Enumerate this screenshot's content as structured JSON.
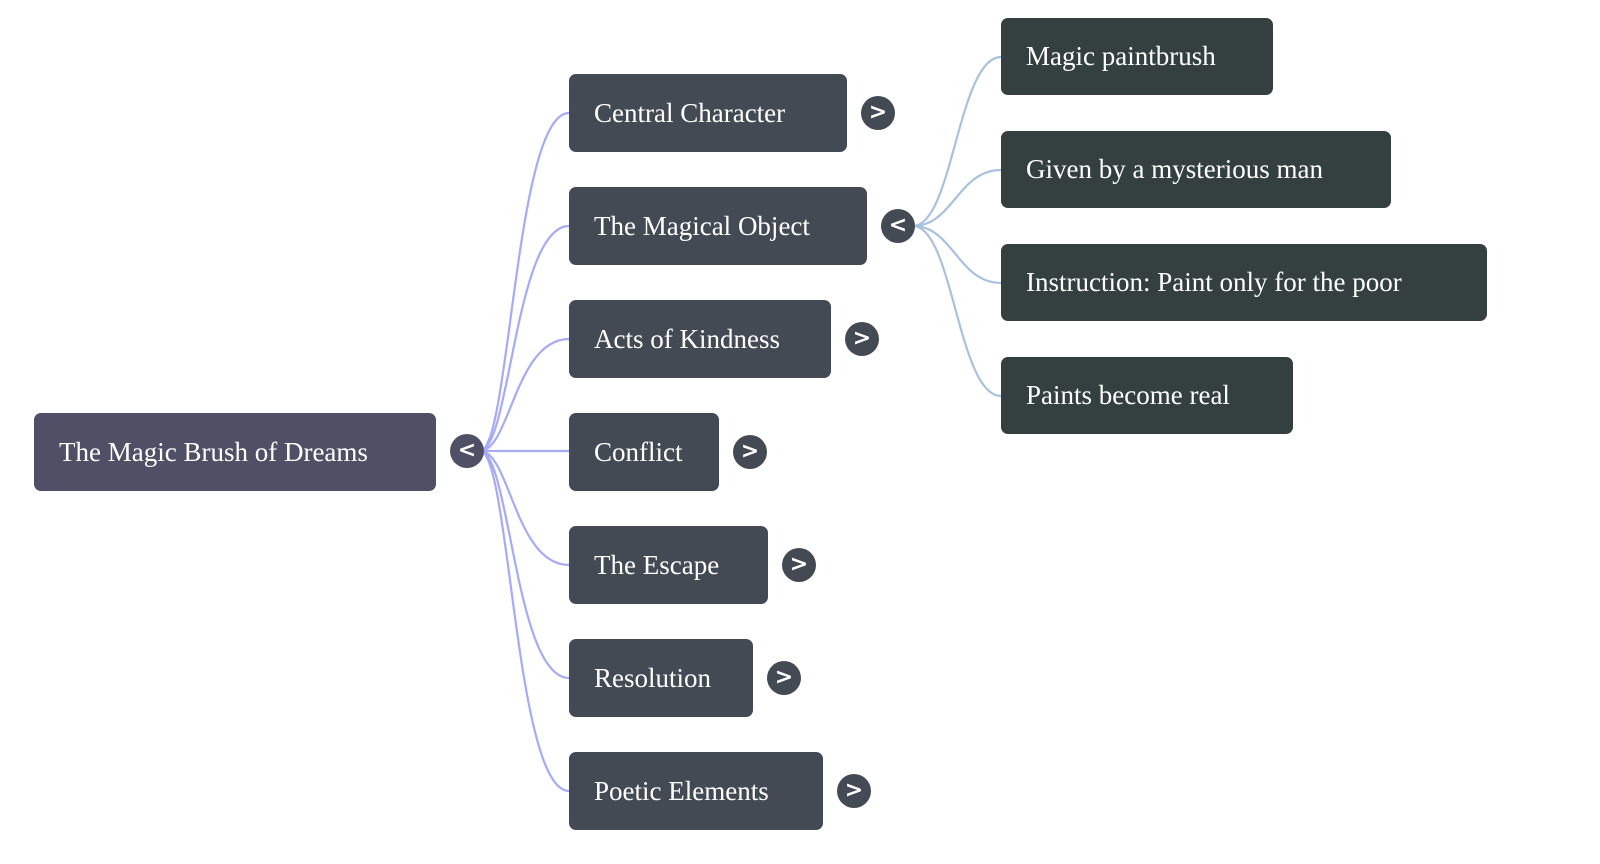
{
  "mindmap": {
    "colors": {
      "root_fill": "#4f5066",
      "level1_fill": "#434a54",
      "level2_fill": "#33403f",
      "root_link": "#a6abf3",
      "level1_link": "#a9c1df"
    },
    "root": {
      "label": "The Magic Brush of Dreams",
      "toggle": "<",
      "expanded": true
    },
    "branches": [
      {
        "label": "Central Character",
        "toggle": ">",
        "expanded": false,
        "children": []
      },
      {
        "label": "The Magical Object",
        "toggle": "<",
        "expanded": true,
        "children": [
          {
            "label": "Magic paintbrush"
          },
          {
            "label": "Given by a mysterious man"
          },
          {
            "label": "Instruction: Paint only for the poor"
          },
          {
            "label": "Paints become real"
          }
        ]
      },
      {
        "label": "Acts of Kindness",
        "toggle": ">",
        "expanded": false,
        "children": []
      },
      {
        "label": "Conflict",
        "toggle": ">",
        "expanded": false,
        "children": []
      },
      {
        "label": "The Escape",
        "toggle": ">",
        "expanded": false,
        "children": []
      },
      {
        "label": "Resolution",
        "toggle": ">",
        "expanded": false,
        "children": []
      },
      {
        "label": "Poetic Elements",
        "toggle": ">",
        "expanded": false,
        "children": []
      }
    ]
  }
}
